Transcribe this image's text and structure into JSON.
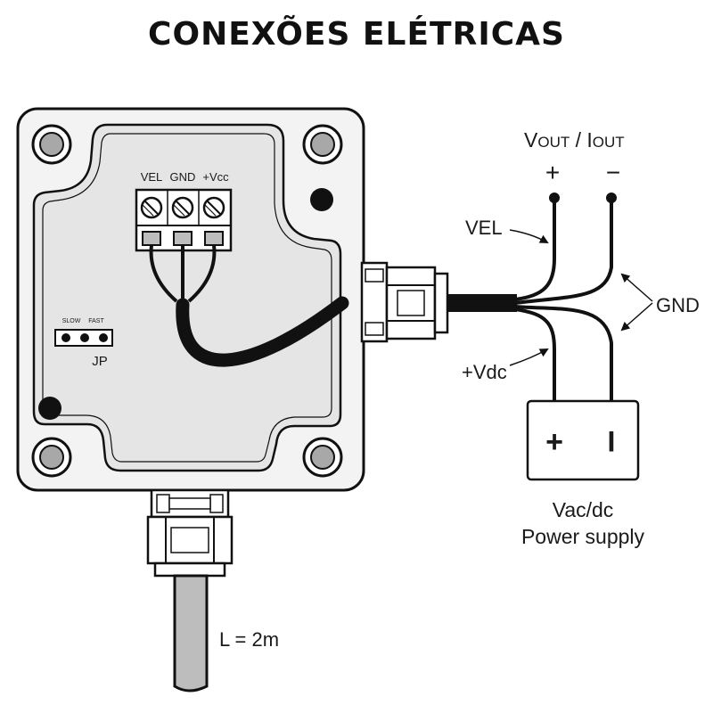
{
  "title": "CONEXÕES ELÉTRICAS",
  "terminal_block": {
    "labels": [
      "VEL",
      "GND",
      "+Vcc"
    ]
  },
  "jumper": {
    "slow_label": "SLOW",
    "fast_label": "FAST",
    "name": "JP"
  },
  "output": {
    "v_prefix": "V",
    "v_suffix": "OUT",
    "separator": " / ",
    "i_prefix": "I",
    "i_suffix": "OUT",
    "plus": "+",
    "minus": "−"
  },
  "wires": {
    "vel": "VEL",
    "gnd": "GND",
    "vdc": "+Vdc"
  },
  "power_supply": {
    "plus": "+",
    "minus": "I",
    "line1": "Vac/dc",
    "line2": "Power supply"
  },
  "cable": {
    "length": "L = 2m"
  },
  "colors": {
    "enclosure_fill": "#f2f2f2",
    "panel_fill": "#e5e5e5",
    "ink": "#111111",
    "cable_fill": "#bdbdbd"
  }
}
